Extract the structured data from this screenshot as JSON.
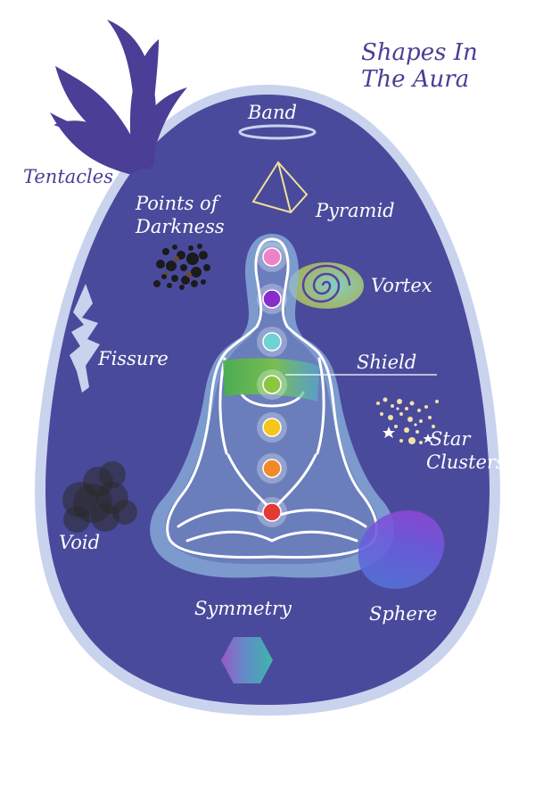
{
  "title": {
    "line1": "Shapes In",
    "line2": "The Aura"
  },
  "labels": {
    "tentacles": "Tentacles",
    "band": "Band",
    "pyramid": "Pyramid",
    "points_line1": "Points of",
    "points_line2": "Darkness",
    "vortex": "Vortex",
    "fissure": "Fissure",
    "shield": "Shield",
    "star_line1": "Star",
    "star_line2": "Clusters",
    "void": "Void",
    "symmetry": "Symmetry",
    "sphere": "Sphere"
  },
  "colors": {
    "aura_fill": "#4a4a9c",
    "aura_halo": "#c9d3ee",
    "ink": "#4a3e96",
    "chakra_crown": "#ee82c8",
    "chakra_third_eye": "#8a2cc9",
    "chakra_throat": "#6fd3d3",
    "chakra_heart": "#8cc63f",
    "chakra_solar": "#f5c518",
    "chakra_sacral": "#f08a28",
    "chakra_root": "#e53935"
  }
}
